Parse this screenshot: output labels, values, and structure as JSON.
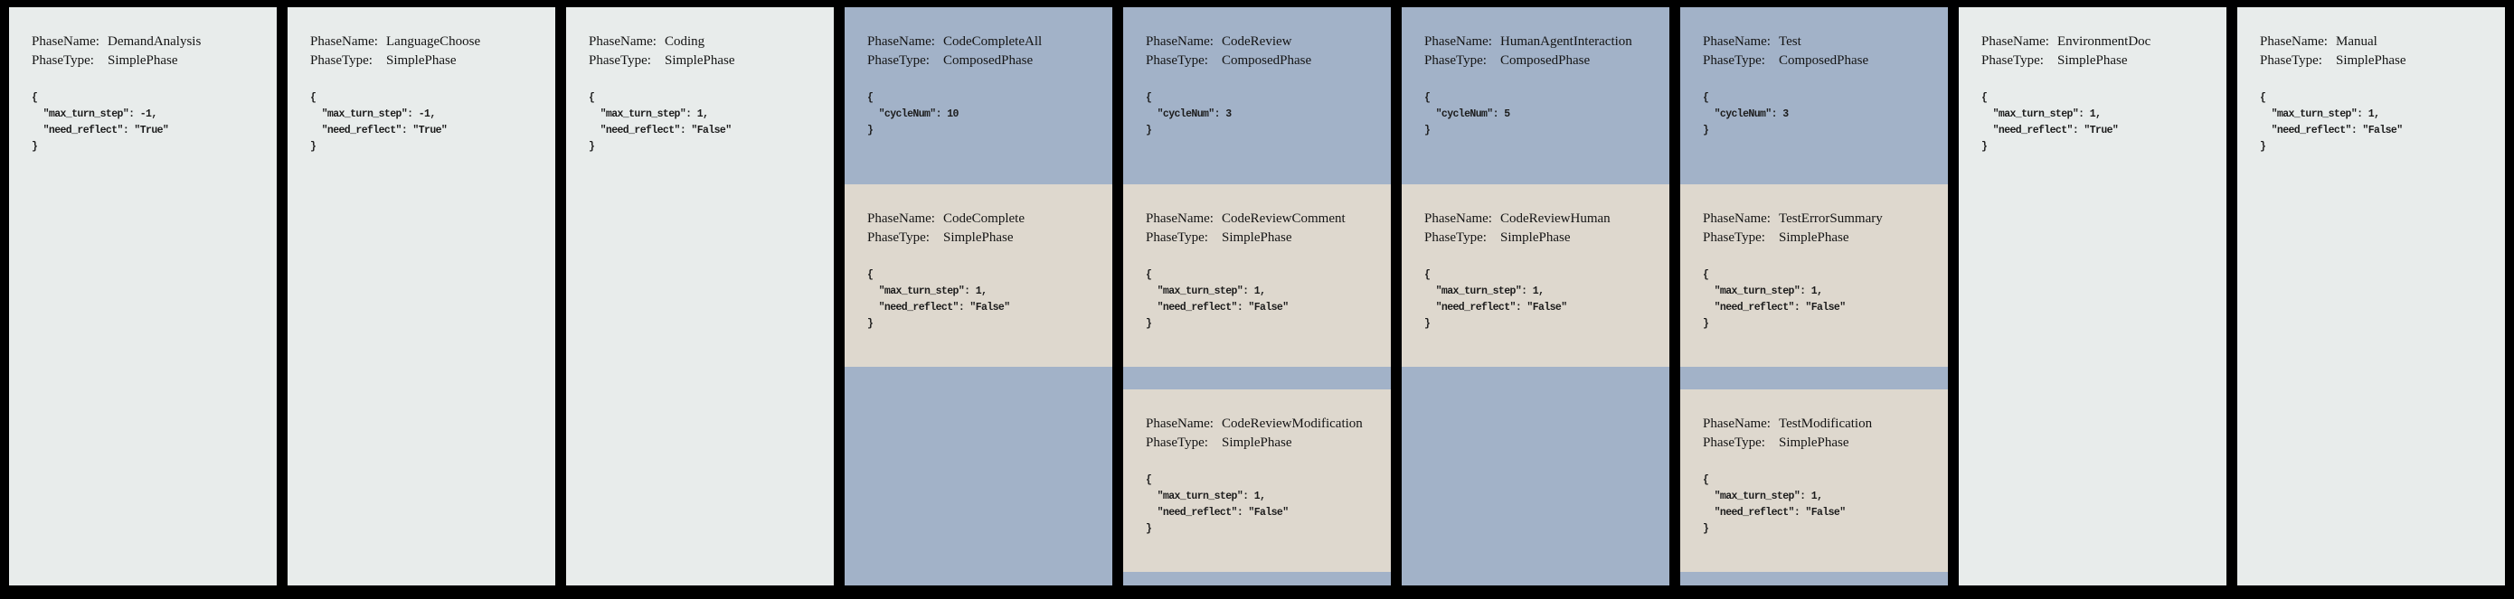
{
  "labels": {
    "phase_name": "PhaseName:",
    "phase_type": "PhaseType:"
  },
  "colors": {
    "canvas_bg": "#000000",
    "simple_card_bg": "#e8eceb",
    "composed_card_bg": "#a2b2c8",
    "subphase_card_bg": "#ded8ce",
    "text": "#141414"
  },
  "figure": {
    "columns": [
      {
        "type": "simple",
        "blocks": [
          {
            "phase_name": "DemandAnalysis",
            "phase_type": "SimplePhase",
            "config": "{\n  \"max_turn_step\": -1,\n  \"need_reflect\": \"True\"\n}"
          }
        ]
      },
      {
        "type": "simple",
        "blocks": [
          {
            "phase_name": "LanguageChoose",
            "phase_type": "SimplePhase",
            "config": "{\n  \"max_turn_step\": -1,\n  \"need_reflect\": \"True\"\n}"
          }
        ]
      },
      {
        "type": "simple",
        "blocks": [
          {
            "phase_name": "Coding",
            "phase_type": "SimplePhase",
            "config": "{\n  \"max_turn_step\": 1,\n  \"need_reflect\": \"False\"\n}"
          }
        ]
      },
      {
        "type": "composed",
        "blocks": [
          {
            "phase_name": "CodeCompleteAll",
            "phase_type": "ComposedPhase",
            "config": "{\n  \"cycleNum\": 10\n}"
          },
          {
            "phase_name": "CodeComplete",
            "phase_type": "SimplePhase",
            "config": "{\n  \"max_turn_step\": 1,\n  \"need_reflect\": \"False\"\n}"
          }
        ]
      },
      {
        "type": "composed",
        "blocks": [
          {
            "phase_name": "CodeReview",
            "phase_type": "ComposedPhase",
            "config": "{\n  \"cycleNum\": 3\n}"
          },
          {
            "phase_name": "CodeReviewComment",
            "phase_type": "SimplePhase",
            "config": "{\n  \"max_turn_step\": 1,\n  \"need_reflect\": \"False\"\n}"
          },
          {
            "phase_name": "CodeReviewModification",
            "phase_type": "SimplePhase",
            "config": "{\n  \"max_turn_step\": 1,\n  \"need_reflect\": \"False\"\n}"
          }
        ]
      },
      {
        "type": "composed",
        "blocks": [
          {
            "phase_name": "HumanAgentInteraction",
            "phase_type": "ComposedPhase",
            "config": "{\n  \"cycleNum\": 5\n}"
          },
          {
            "phase_name": "CodeReviewHuman",
            "phase_type": "SimplePhase",
            "config": "{\n  \"max_turn_step\": 1,\n  \"need_reflect\": \"False\"\n}"
          }
        ]
      },
      {
        "type": "composed",
        "blocks": [
          {
            "phase_name": "Test",
            "phase_type": "ComposedPhase",
            "config": "{\n  \"cycleNum\": 3\n}"
          },
          {
            "phase_name": "TestErrorSummary",
            "phase_type": "SimplePhase",
            "config": "{\n  \"max_turn_step\": 1,\n  \"need_reflect\": \"False\"\n}"
          },
          {
            "phase_name": "TestModification",
            "phase_type": "SimplePhase",
            "config": "{\n  \"max_turn_step\": 1,\n  \"need_reflect\": \"False\"\n}"
          }
        ]
      },
      {
        "type": "simple",
        "blocks": [
          {
            "phase_name": "EnvironmentDoc",
            "phase_type": "SimplePhase",
            "config": "{\n  \"max_turn_step\": 1,\n  \"need_reflect\": \"True\"\n}"
          }
        ]
      },
      {
        "type": "simple",
        "blocks": [
          {
            "phase_name": "Manual",
            "phase_type": "SimplePhase",
            "config": "{\n  \"max_turn_step\": 1,\n  \"need_reflect\": \"False\"\n}"
          }
        ]
      }
    ]
  }
}
